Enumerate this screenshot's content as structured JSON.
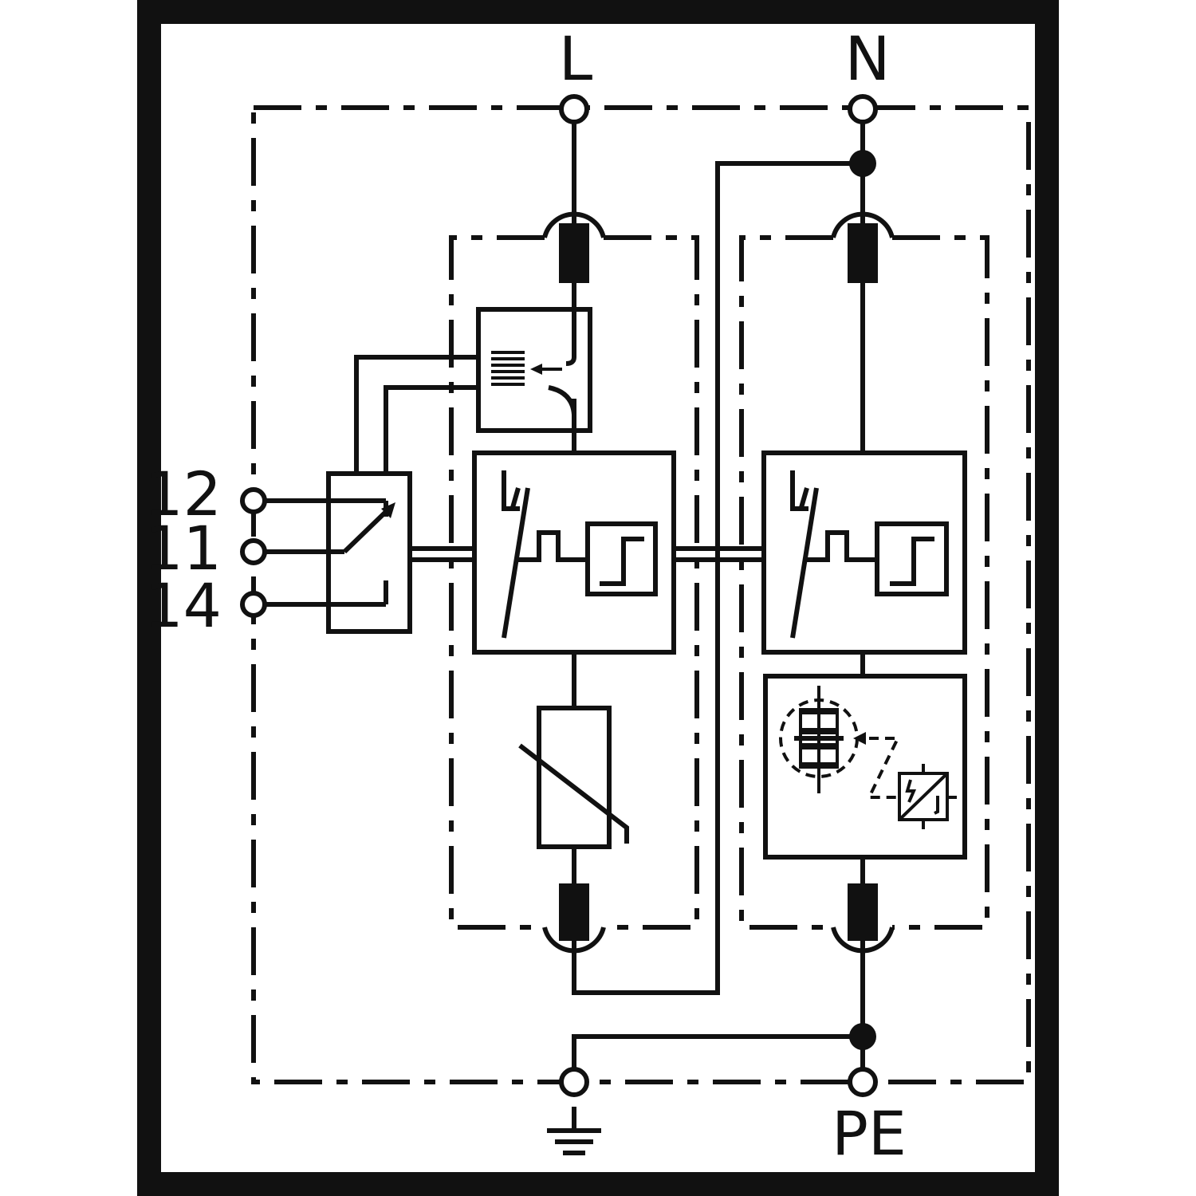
{
  "terminals": {
    "line": "L",
    "neutral": "N",
    "protective_earth": "PE",
    "aux_12": "12",
    "aux_11": "11",
    "aux_14": "14"
  },
  "icons": [
    "earth-ground-icon",
    "varistor-icon",
    "spark-gap-icon",
    "thermal-disconnector-icon",
    "remote-signal-contact-icon",
    "fuse-icon"
  ]
}
